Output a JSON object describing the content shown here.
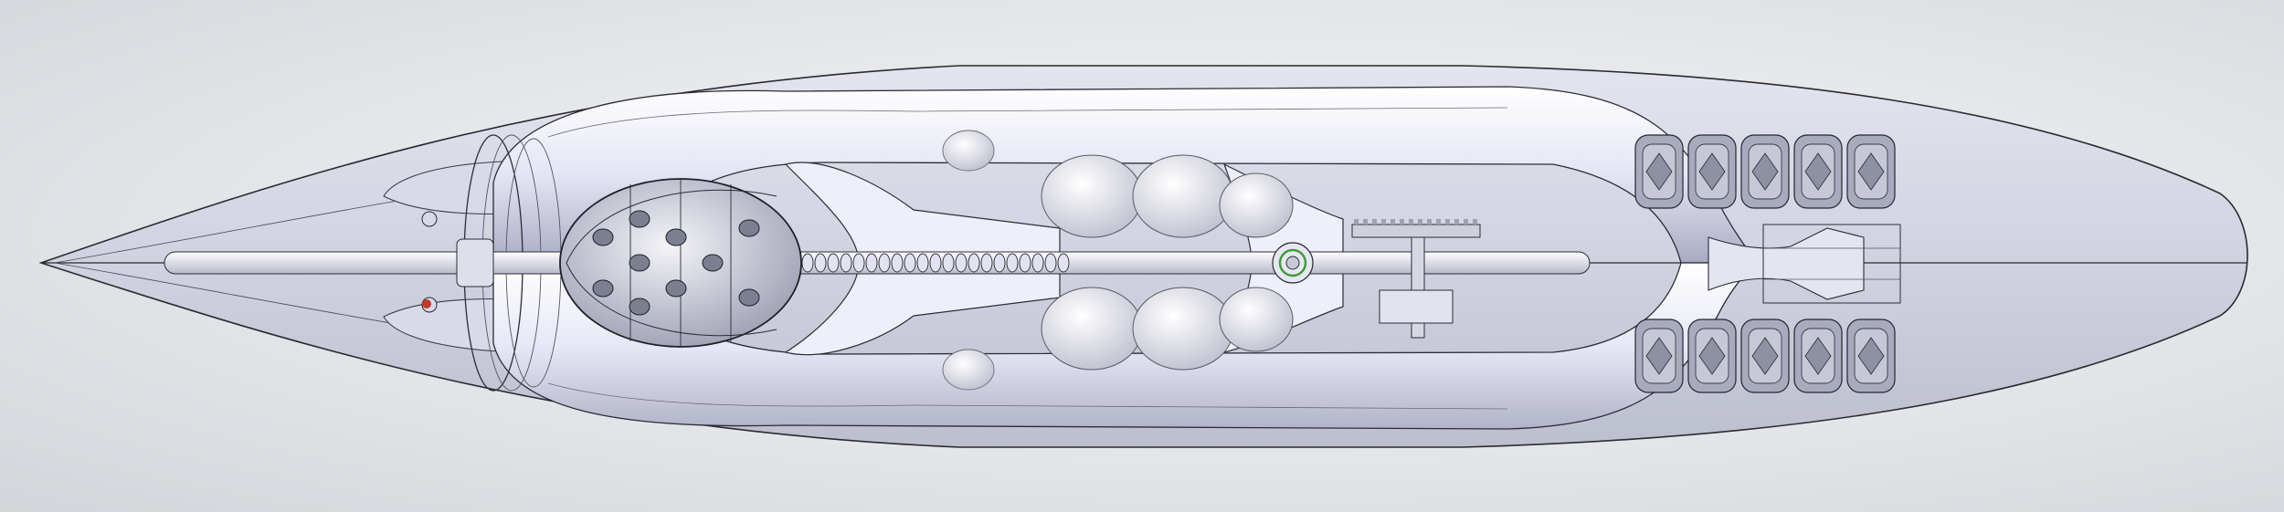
{
  "canvas": {
    "background": "#e9ebef",
    "hull_color": "#d6d8e6",
    "frame_color": "#e8e9f6",
    "edge_color": "#1c1c22",
    "accent_green": "#3f9d3a",
    "accent_red": "#c0392b"
  },
  "model": {
    "view": "top",
    "render_mode": "shaded-with-edges",
    "transparency": true,
    "icons": {
      "hull": "hull-shape",
      "frame": "tubular-frame",
      "pod": "cage-pod",
      "engines": "engine-cluster",
      "hub": "ring-hub",
      "gear": "gear-wheel"
    }
  }
}
